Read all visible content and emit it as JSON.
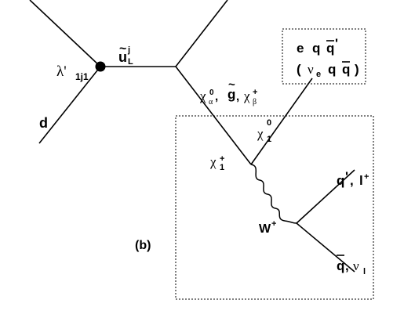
{
  "diagram": {
    "coupling": {
      "main": "λ'",
      "sub": "1j1"
    },
    "squark": {
      "main": "u",
      "tilde": "~",
      "sup": "j",
      "sub": "L"
    },
    "intermediates": {
      "chi_alpha": {
        "main": "χ",
        "sup": "0",
        "sub": "α"
      },
      "sep1": ", ",
      "gluino": {
        "main": "g",
        "tilde": "~"
      },
      "sep2": ", ",
      "chi_beta": {
        "main": "χ",
        "sup": "+",
        "sub": "β"
      }
    },
    "quark_d": "d",
    "box_products": {
      "line1": {
        "e": "e",
        "q": "q",
        "qbar": "q",
        "prime": "'"
      },
      "line2": {
        "open": "(",
        "nu": "ν",
        "nu_sub": "e",
        "q": "q",
        "qbar": "q",
        "close": ")"
      }
    },
    "neutralino": {
      "main": "χ",
      "sup": "0",
      "sub": "1"
    },
    "chargino": {
      "main": "χ",
      "sup": "+",
      "sub": "1"
    },
    "w_boson": {
      "main": "W",
      "sup": "+"
    },
    "product_upper": {
      "q": "q",
      "prime": "'",
      "sep": ", ",
      "l": "l",
      "sup": "+"
    },
    "product_lower": {
      "qbar": "q",
      "sep": ", ",
      "nu": "ν",
      "sub": "l"
    },
    "panel_label": "(b)"
  }
}
